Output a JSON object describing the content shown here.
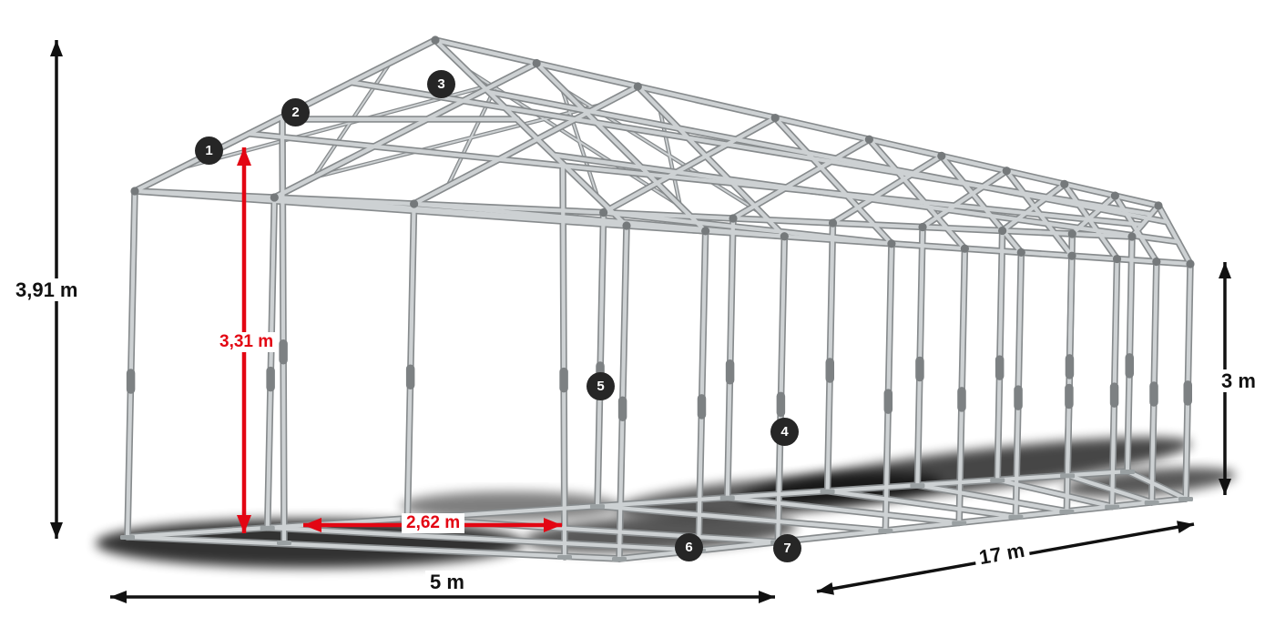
{
  "dimensions": {
    "total_height": "3,91 m",
    "inner_height": "3,31 m",
    "inner_width": "2,62 m",
    "width": "5 m",
    "length": "17 m",
    "side_height": "3 m"
  },
  "markers": [
    {
      "n": "1"
    },
    {
      "n": "2"
    },
    {
      "n": "3"
    },
    {
      "n": "4"
    },
    {
      "n": "5"
    },
    {
      "n": "6"
    },
    {
      "n": "7"
    }
  ],
  "colors": {
    "dimension_red": "#e30613",
    "dimension_black": "#111111",
    "frame_light": "#cdd1d3",
    "frame_dark": "#878b8d",
    "joint": "#75797b",
    "sleeve": "#7d8183",
    "base_plate": "#9aa0a2",
    "badge_bg": "#262626",
    "badge_text": "#ffffff",
    "shadow": "#060606",
    "background": "#ffffff"
  }
}
